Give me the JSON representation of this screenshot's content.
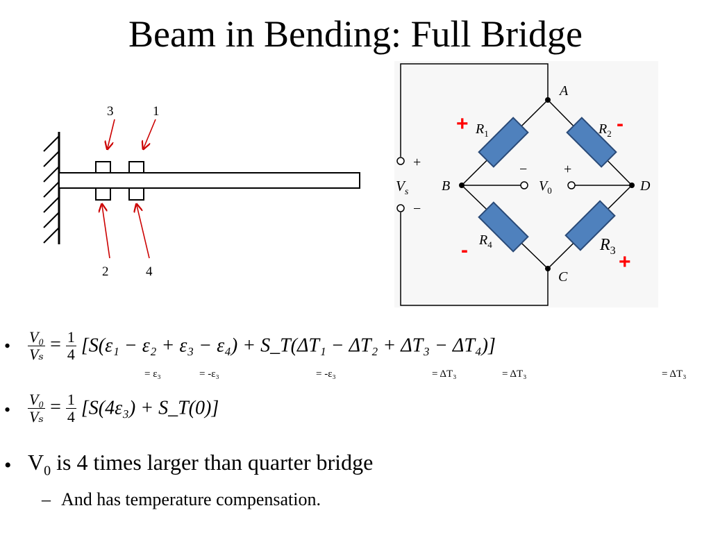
{
  "title": "Beam in Bending: Full Bridge",
  "beam": {
    "gauge_labels": [
      "3",
      "1",
      "2",
      "4"
    ]
  },
  "circuit": {
    "nodes": {
      "A": "A",
      "B": "B",
      "C": "C",
      "D": "D"
    },
    "resistors": {
      "r1": "R",
      "r1_sub": "1",
      "r2": "R",
      "r2_sub": "2",
      "r3": "R",
      "r3_sub": "3",
      "r4": "R",
      "r4_sub": "4"
    },
    "signs": {
      "r1": "+",
      "r2": "-",
      "r3": "+",
      "r4": "-"
    },
    "vs": "V",
    "vs_sub": "s",
    "vs_plus": "+",
    "vs_minus": "−",
    "v0": "V",
    "v0_sub": "0",
    "v0_minus": "−",
    "v0_plus": "+"
  },
  "equations": {
    "eq1": {
      "frac_num": "V₀",
      "frac_den": "Vₛ",
      "frac2_num": "1",
      "frac2_den": "4",
      "body": "[S(ε₁ − ε₂ + ε₃ − ε₄) + S_T(ΔT₁ − ΔT₂ + ΔT₃ − ΔT₄)]",
      "annotations": [
        "= ε₃",
        "= -ε₃",
        "= -ε₃",
        "= ΔT₃",
        "= ΔT₃",
        "= ΔT₃"
      ]
    },
    "eq2": {
      "frac_num": "V₀",
      "frac_den": "Vₛ",
      "frac2_num": "1",
      "frac2_den": "4",
      "body": "[S(4ε₃) + S_T(0)]"
    }
  },
  "bullets": {
    "b3_main": "V",
    "b3_sub": "0",
    "b3_rest": " is 4 times larger than quarter bridge",
    "sub1": "And has temperature compensation."
  },
  "colors": {
    "resistor_fill": "#4f81bd",
    "resistor_stroke": "#2a4a77",
    "sign_red": "#ff0000",
    "arrow_red": "#cc0000"
  }
}
